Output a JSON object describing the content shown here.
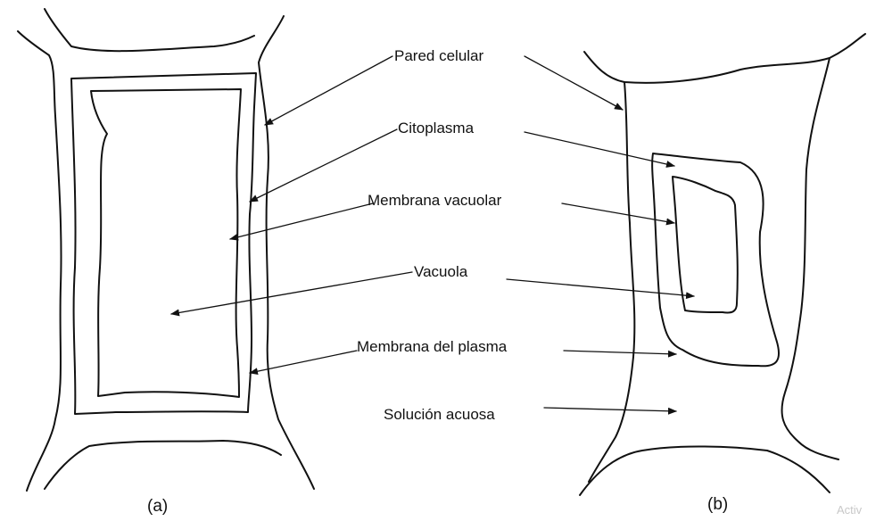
{
  "labels": {
    "pared_celular": "Pared celular",
    "citoplasma": "Citoplasma",
    "membrana_vacuolar": "Membrana vacuolar",
    "vacuola": "Vacuola",
    "membrana_plasma": "Membrana del plasma",
    "solucion_acuosa": "Solución acuosa"
  },
  "captions": {
    "a": "(a)",
    "b": "(b)"
  },
  "watermark": "Activ",
  "colors": {
    "ink": "#111111",
    "background": "#ffffff",
    "watermark": "#c8c8c8"
  }
}
